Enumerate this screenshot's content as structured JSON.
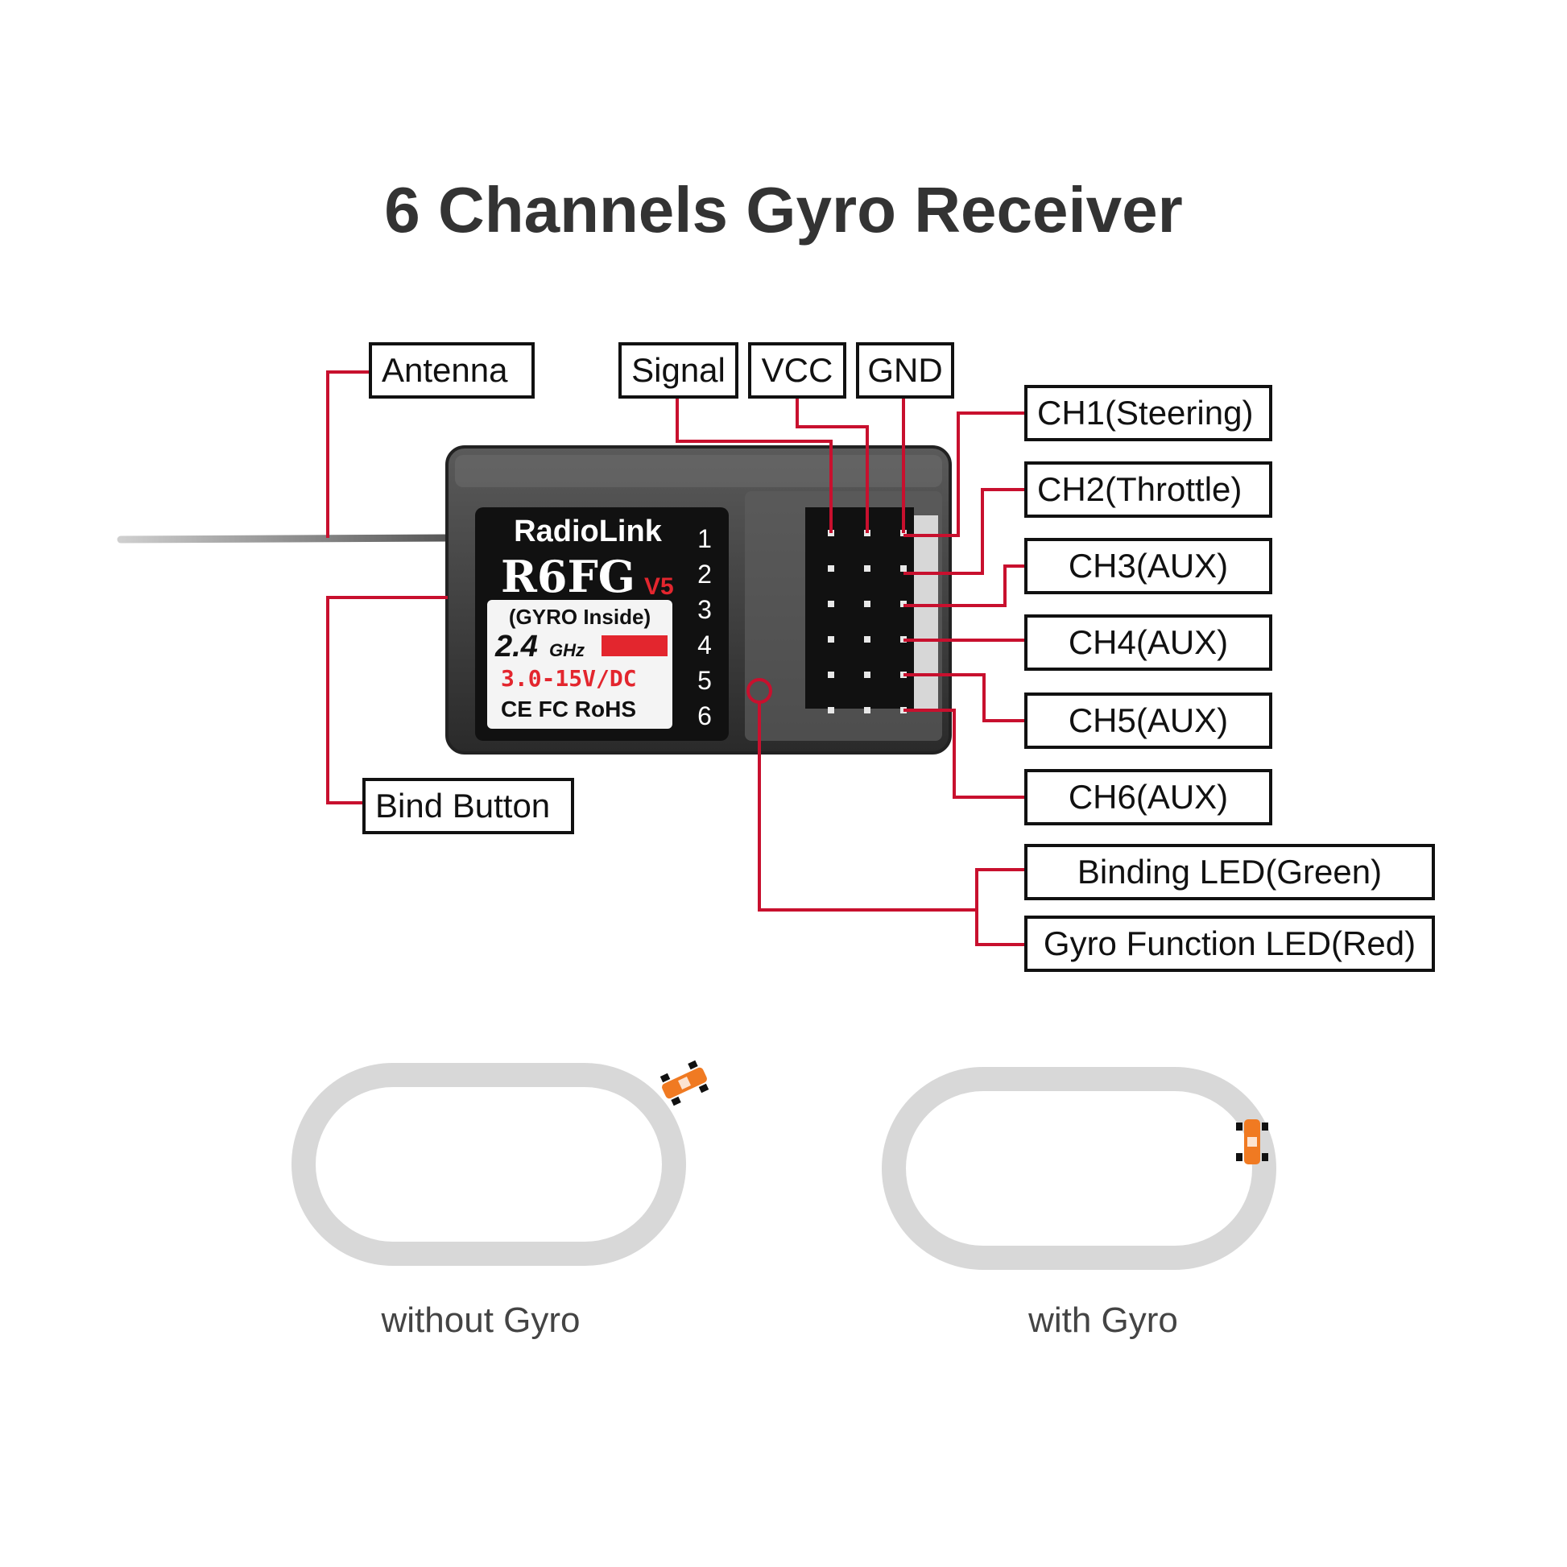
{
  "title": "6 Channels Gyro Receiver",
  "colors": {
    "leader_line": "#c8102e",
    "label_border": "#111111",
    "track": "#d8d8d8",
    "car": "#f07a22",
    "receiver_case": "#3a3a3a"
  },
  "labels": {
    "antenna": "Antenna",
    "signal": "Signal",
    "vcc": "VCC",
    "gnd": "GND",
    "ch1": "CH1(Steering)",
    "ch2": "CH2(Throttle)",
    "ch3": "CH3(AUX)",
    "ch4": "CH4(AUX)",
    "ch5": "CH5(AUX)",
    "ch6": "CH6(AUX)",
    "bind_button": "Bind Button",
    "binding_led": "Binding LED(Green)",
    "gyro_led": "Gyro Function LED(Red)"
  },
  "receiver": {
    "brand": "RadioLink",
    "model": "R6FG",
    "version": "V5",
    "gyro_note": "(GYRO Inside)",
    "band": "2.4",
    "band_unit": "GHz",
    "voltage": "3.0-15V/DC",
    "certs": "CE FC RoHS",
    "channel_numbers": [
      "1",
      "2",
      "3",
      "4",
      "5",
      "6"
    ]
  },
  "comparison": {
    "left_caption": "without Gyro",
    "right_caption": "with Gyro"
  }
}
